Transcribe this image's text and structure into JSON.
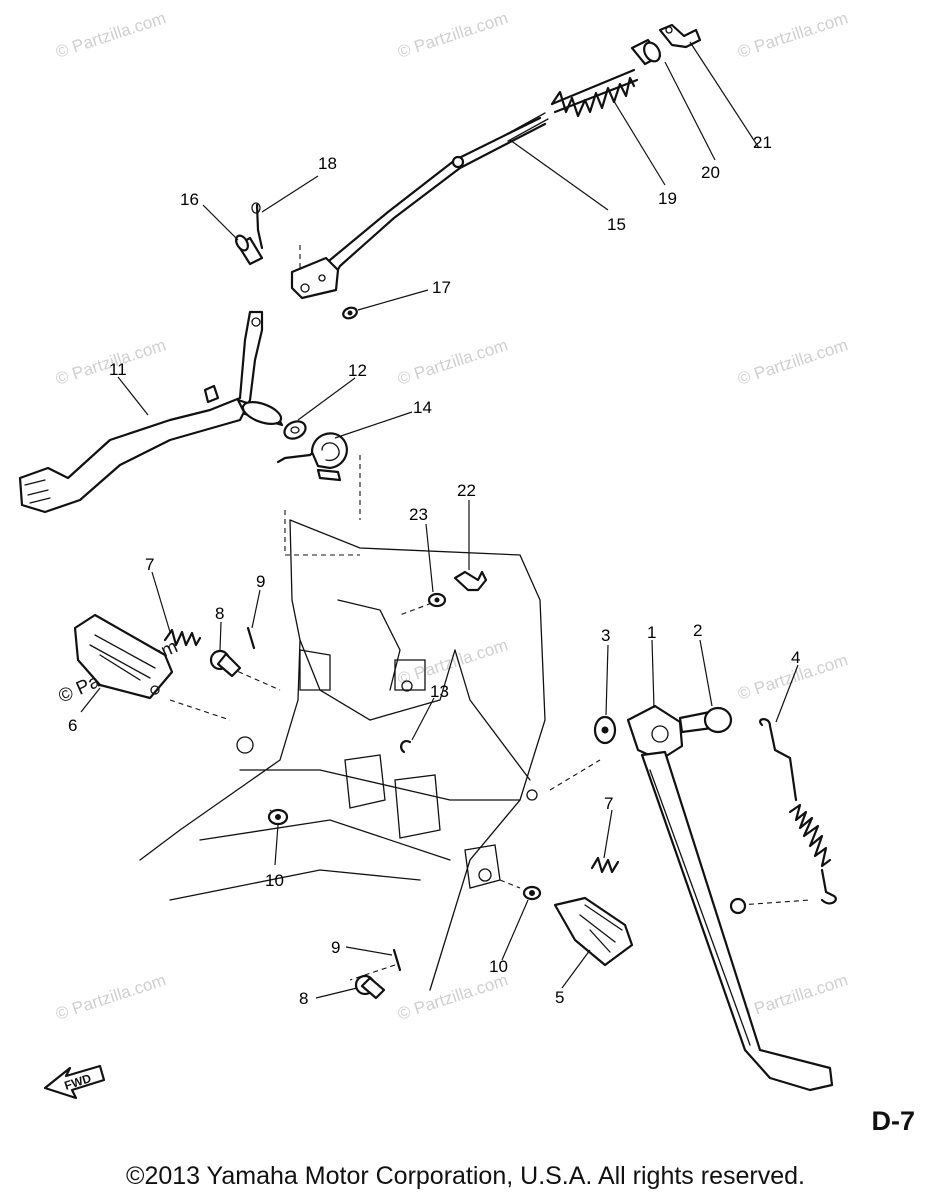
{
  "diagram": {
    "watermark": "© Partzilla.com",
    "page_label": "D-7",
    "copyright": "©2013 Yamaha Motor Corporation, U.S.A. All rights reserved.",
    "fwd_label": "FWD",
    "callouts": [
      "1",
      "2",
      "3",
      "4",
      "5",
      "6",
      "7",
      "7",
      "8",
      "8",
      "9",
      "9",
      "10",
      "10",
      "11",
      "12",
      "13",
      "14",
      "15",
      "16",
      "17",
      "18",
      "19",
      "20",
      "21",
      "22",
      "23"
    ]
  }
}
